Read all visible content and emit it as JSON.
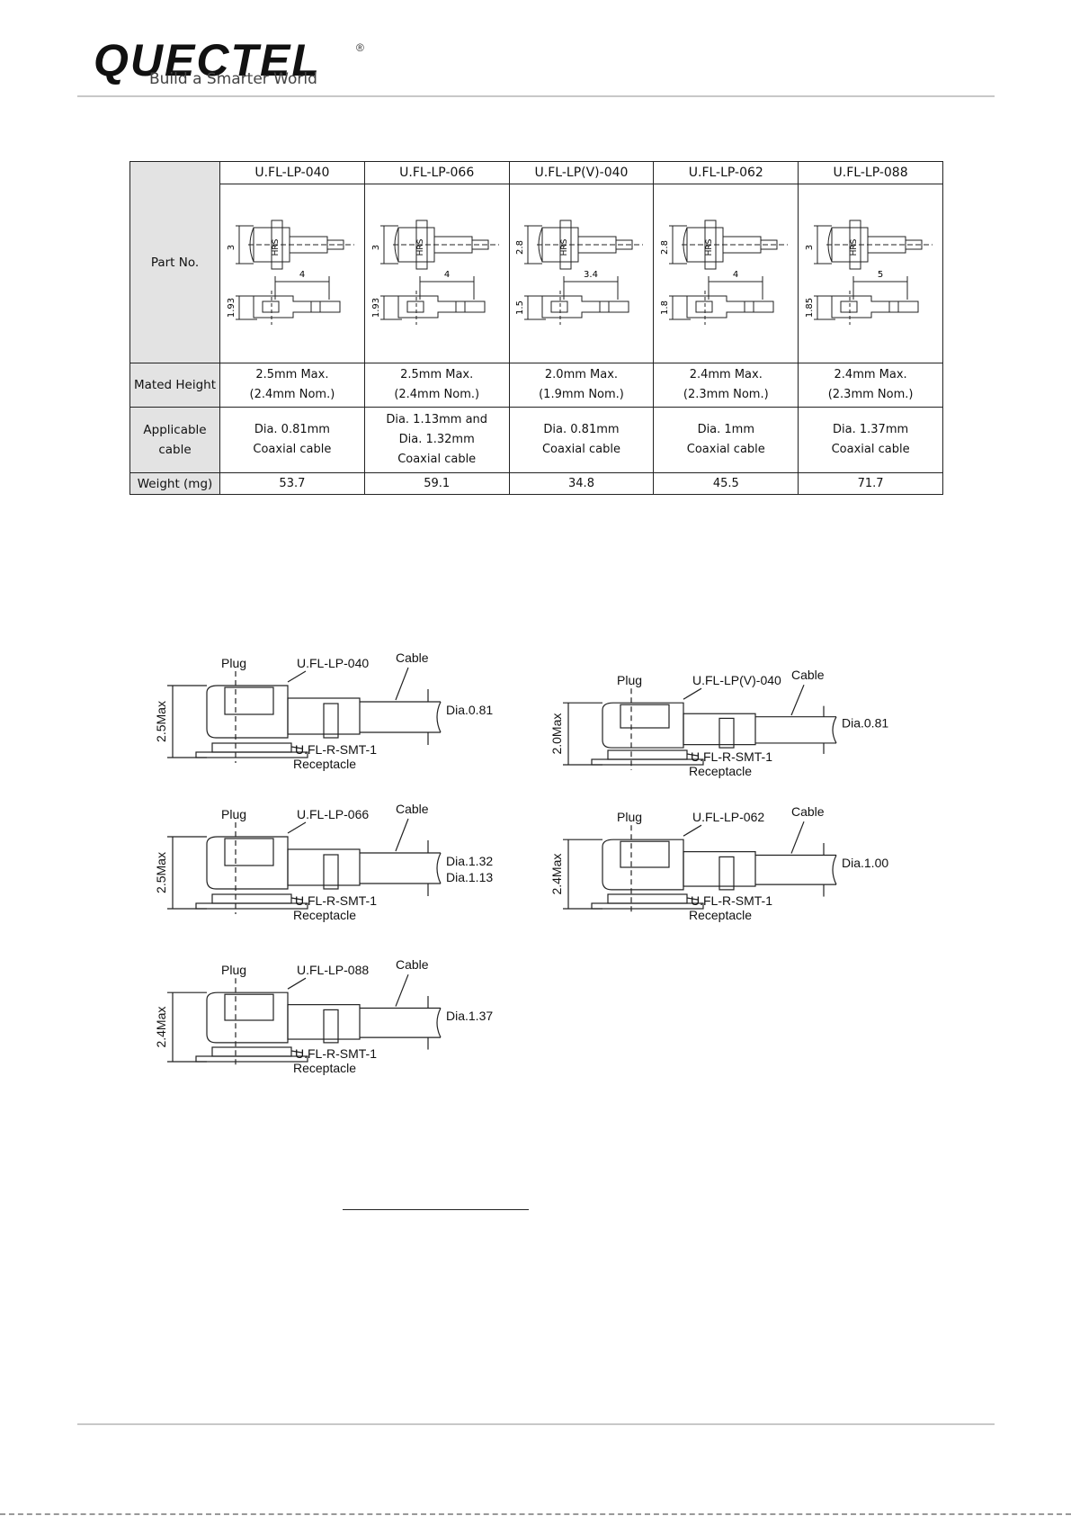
{
  "header": {
    "brand": "QUECTEL",
    "registered": "®",
    "tagline": "Build a Smarter World"
  },
  "table": {
    "row_headers": {
      "part_no": "Part No.",
      "mated_height": "Mated Height",
      "applicable_cable": [
        "Applicable",
        "cable"
      ],
      "weight": "Weight (mg)"
    },
    "columns": [
      {
        "part": "U.FL-LP-040",
        "dims": {
          "top_height": "3",
          "side_width": "4",
          "side_height": "1.93"
        },
        "mated_height": [
          "2.5mm Max.",
          "(2.4mm Nom.)"
        ],
        "cable": [
          "Dia. 0.81mm",
          "Coaxial cable"
        ],
        "weight": "53.7"
      },
      {
        "part": "U.FL-LP-066",
        "dims": {
          "top_height": "3",
          "side_width": "4",
          "side_height": "1.93"
        },
        "mated_height": [
          "2.5mm Max.",
          "(2.4mm Nom.)"
        ],
        "cable": [
          "Dia. 1.13mm and",
          "Dia. 1.32mm",
          "Coaxial cable"
        ],
        "weight": "59.1"
      },
      {
        "part": "U.FL-LP(V)-040",
        "dims": {
          "top_height": "2.8",
          "side_width": "3.4",
          "side_height": "1.5"
        },
        "mated_height": [
          "2.0mm Max.",
          "(1.9mm Nom.)"
        ],
        "cable": [
          "Dia. 0.81mm",
          "Coaxial cable"
        ],
        "weight": "34.8"
      },
      {
        "part": "U.FL-LP-062",
        "dims": {
          "top_height": "2.8",
          "side_width": "4",
          "side_height": "1.8"
        },
        "mated_height": [
          "2.4mm Max.",
          "(2.3mm Nom.)"
        ],
        "cable": [
          "Dia. 1mm",
          "Coaxial cable"
        ],
        "weight": "45.5"
      },
      {
        "part": "U.FL-LP-088",
        "dims": {
          "top_height": "3",
          "side_width": "5",
          "side_height": "1.85"
        },
        "mated_height": [
          "2.4mm Max.",
          "(2.3mm Nom.)"
        ],
        "cable": [
          "Dia. 1.37mm",
          "Coaxial cable"
        ],
        "weight": "71.7"
      }
    ],
    "drawing_mark": "HRS"
  },
  "figure": {
    "plug": "Plug",
    "cable": "Cable",
    "receptacle_part": "U.FL-R-SMT-1",
    "receptacle": "Receptacle",
    "panels": [
      {
        "part": "U.FL-LP-040",
        "max": "2.5Max",
        "dia": [
          "Dia.0.81"
        ]
      },
      {
        "part": "U.FL-LP(V)-040",
        "max": "2.0Max",
        "dia": [
          "Dia.0.81"
        ]
      },
      {
        "part": "U.FL-LP-066",
        "max": "2.5Max",
        "dia": [
          "Dia.1.32",
          "Dia.1.13"
        ]
      },
      {
        "part": "U.FL-LP-062",
        "max": "2.4Max",
        "dia": [
          "Dia.1.00"
        ]
      },
      {
        "part": "U.FL-LP-088",
        "max": "2.4Max",
        "dia": [
          "Dia.1.37"
        ]
      }
    ]
  }
}
